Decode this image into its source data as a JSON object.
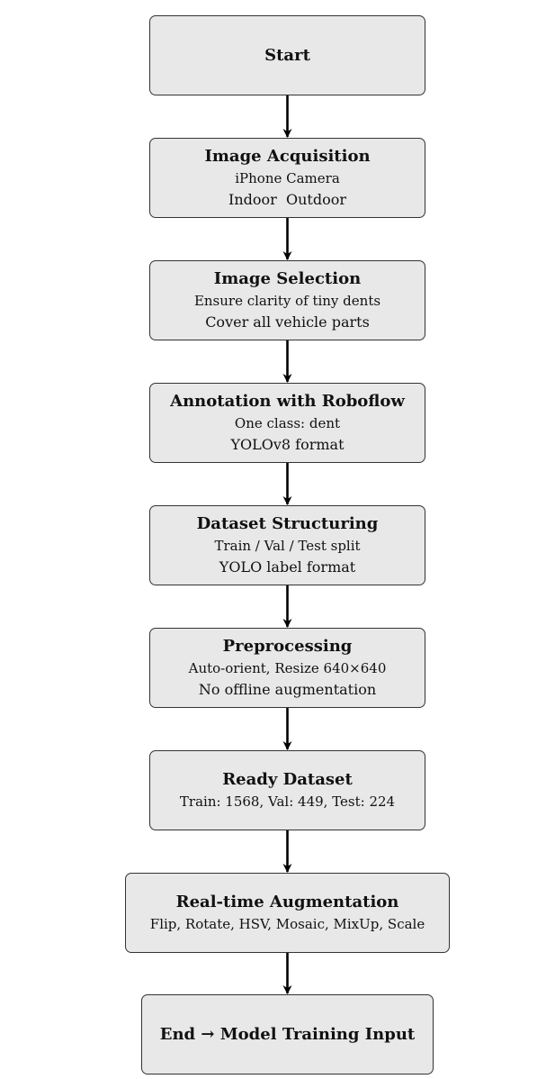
{
  "diagram": {
    "nodes": [
      {
        "id": "start",
        "title": "Start",
        "lines": []
      },
      {
        "id": "image-acquisition",
        "title": "Image Acquisition",
        "lines": [
          "iPhone Camera",
          "Indoor  Outdoor"
        ]
      },
      {
        "id": "image-selection",
        "title": "Image Selection",
        "lines": [
          "Ensure clarity of tiny dents",
          "Cover all vehicle parts"
        ]
      },
      {
        "id": "annotation",
        "title": "Annotation with Roboflow",
        "lines": [
          "One class: dent",
          "YOLOv8 format"
        ]
      },
      {
        "id": "dataset-structuring",
        "title": "Dataset Structuring",
        "lines": [
          "Train / Val / Test split",
          "YOLO label format"
        ]
      },
      {
        "id": "preprocessing",
        "title": "Preprocessing",
        "lines": [
          "Auto-orient, Resize 640×640",
          "No offline augmentation"
        ]
      },
      {
        "id": "ready-dataset",
        "title": "Ready Dataset",
        "lines": [
          "Train: 1568, Val: 449, Test: 224"
        ]
      },
      {
        "id": "realtime-augmentation",
        "title": "Real-time Augmentation",
        "lines": [
          "Flip, Rotate, HSV, Mosaic, MixUp, Scale"
        ]
      },
      {
        "id": "end",
        "title": "End → Model Training Input",
        "lines": []
      }
    ],
    "edges": [
      {
        "from": "start",
        "to": "image-acquisition"
      },
      {
        "from": "image-acquisition",
        "to": "image-selection"
      },
      {
        "from": "image-selection",
        "to": "annotation"
      },
      {
        "from": "annotation",
        "to": "dataset-structuring"
      },
      {
        "from": "dataset-structuring",
        "to": "preprocessing"
      },
      {
        "from": "preprocessing",
        "to": "ready-dataset"
      },
      {
        "from": "ready-dataset",
        "to": "realtime-augmentation"
      },
      {
        "from": "realtime-augmentation",
        "to": "end"
      }
    ],
    "colors": {
      "node_fill": "#e8e8e8",
      "node_border": "#333333",
      "arrow": "#000000"
    }
  }
}
